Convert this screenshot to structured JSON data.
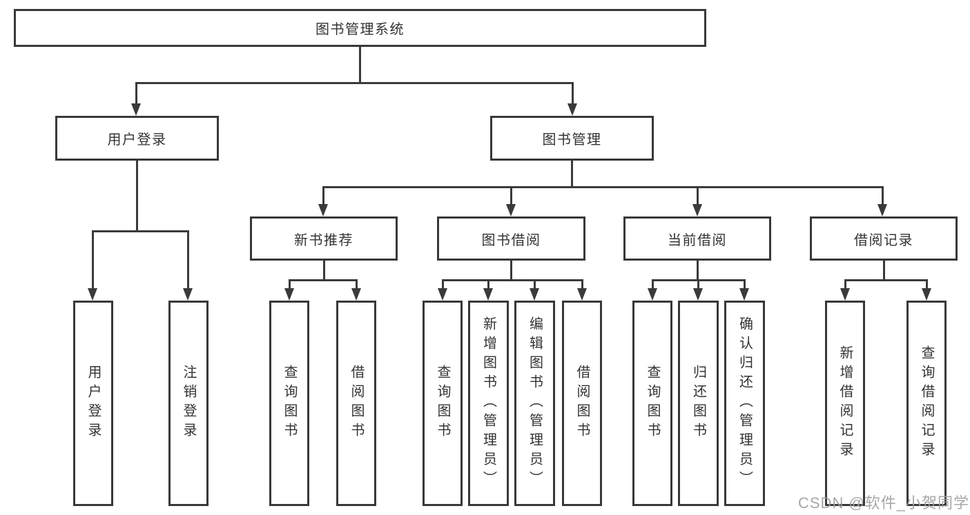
{
  "tree": {
    "label": "图书管理系统",
    "children": [
      {
        "label": "用户登录",
        "children": [
          {
            "label": "用户登录"
          },
          {
            "label": "注销登录"
          }
        ]
      },
      {
        "label": "图书管理",
        "children": [
          {
            "label": "新书推荐",
            "children": [
              {
                "label": "查询图书"
              },
              {
                "label": "借阅图书"
              }
            ]
          },
          {
            "label": "图书借阅",
            "children": [
              {
                "label": "查询图书"
              },
              {
                "label": "新增图书（管理员）"
              },
              {
                "label": "编辑图书（管理员）"
              },
              {
                "label": "借阅图书"
              }
            ]
          },
          {
            "label": "当前借阅",
            "children": [
              {
                "label": "查询图书"
              },
              {
                "label": "归还图书"
              },
              {
                "label": "确认归还（管理员）"
              }
            ]
          },
          {
            "label": "借阅记录",
            "children": [
              {
                "label": "新增借阅记录"
              },
              {
                "label": "查询借阅记录"
              }
            ]
          }
        ]
      }
    ]
  },
  "watermark": {
    "text": "CSDN @软件_小贺同学"
  },
  "colors": {
    "line": "#3a3a3a",
    "box_border": "#383838",
    "box_fill": "#ffffff",
    "text": "#333333",
    "watermark": "#a0a0a0"
  }
}
